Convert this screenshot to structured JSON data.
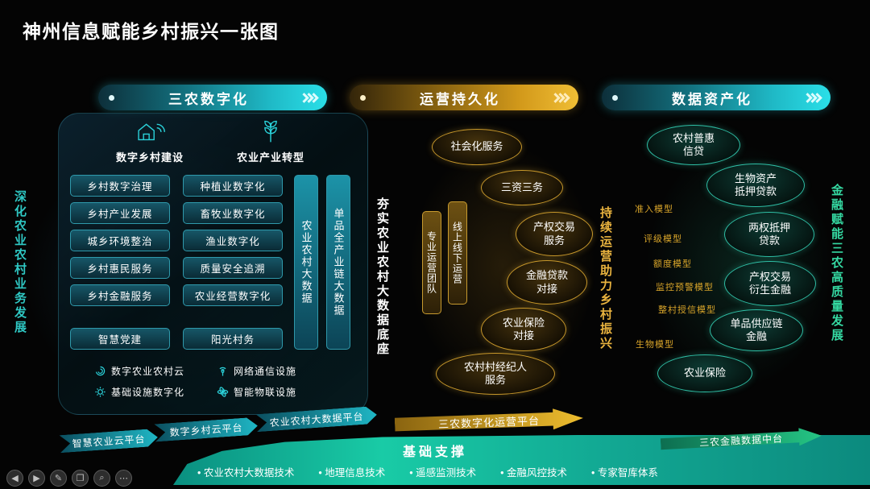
{
  "page": {
    "title": "神州信息赋能乡村振兴一张图"
  },
  "colors": {
    "teal": "#2adfe8",
    "gold": "#e8ae1f",
    "green": "#2fd99e"
  },
  "sections": {
    "digital": {
      "header": "三农数字化",
      "side_left": "深化农业农村业务发展",
      "side_right": "夯实农业农村大数据底座",
      "groups": {
        "g1": "数字乡村建设",
        "g2": "农业产业转型"
      },
      "col1": [
        "乡村数字治理",
        "乡村产业发展",
        "城乡环境整治",
        "乡村惠民服务",
        "乡村金融服务",
        "智慧党建"
      ],
      "col2": [
        "种植业数字化",
        "畜牧业数字化",
        "渔业数字化",
        "质量安全追溯",
        "农业经营数字化",
        "阳光村务"
      ],
      "bars": [
        "农业农村大数据",
        "单品全产业链大数据"
      ],
      "infra": [
        "数字农业农村云",
        "网络通信设施",
        "基础设施数字化",
        "智能物联设施"
      ]
    },
    "operation": {
      "header": "运营持久化",
      "side_right": "持续运营助力乡村振兴",
      "bars": [
        "专业运营团队",
        "线上线下运营"
      ],
      "ovals": [
        "社会化服务",
        "三资三务",
        "产权交易服务",
        "金融贷款对接",
        "农业保险对接",
        "农村村经纪人服务"
      ]
    },
    "asset": {
      "header": "数据资产化",
      "side_right": "金融赋能三农高质量发展",
      "models": [
        "准入模型",
        "评级模型",
        "额度模型",
        "监控预警模型",
        "整村授信模型",
        "生物模型"
      ],
      "ovals": [
        "农村普惠信贷",
        "生物资产抵押贷款",
        "两权抵押贷款",
        "产权交易衍生金融",
        "单品供应链金融",
        "农业保险"
      ]
    }
  },
  "platforms": [
    "智慧农业云平台",
    "数字乡村云平台",
    "农业农村大数据平台",
    "三农数字化运营平台",
    "三农金融数据中台"
  ],
  "foundation": {
    "title": "基础支撑",
    "items": [
      "农业农村大数据技术",
      "地理信息技术",
      "遥感监测技术",
      "金融风控技术",
      "专家智库体系"
    ]
  },
  "toolbar": {
    "icons": [
      "◀",
      "▶",
      "✎",
      "❐",
      "⌕",
      "⋯"
    ]
  }
}
